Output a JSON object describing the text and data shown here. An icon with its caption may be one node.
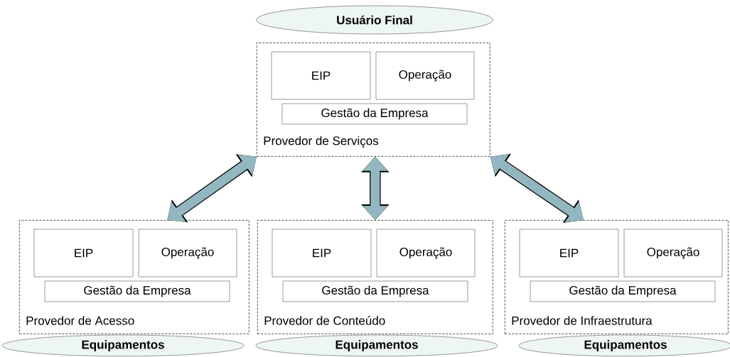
{
  "diagram": {
    "nodes": [
      {
        "text": [
          "Usuário Final"
        ]
      },
      {
        "text": [
          "Provedor de Serviços"
        ]
      },
      {
        "text": [
          "EIP"
        ],
        "in": 1
      },
      {
        "text": [
          "Operação"
        ],
        "in": 1
      },
      {
        "text": [
          "Gestão da Empresa"
        ],
        "in": 1
      },
      {
        "text": [
          "Provedor de Acesso"
        ]
      },
      {
        "text": [
          "EIP"
        ],
        "in": 5
      },
      {
        "text": [
          "Operação"
        ],
        "in": 5
      },
      {
        "text": [
          "Gestão da Empresa"
        ],
        "in": 5
      },
      {
        "text": [
          "Provedor de Conteúdo"
        ]
      },
      {
        "text": [
          "EIP"
        ],
        "in": 9
      },
      {
        "text": [
          "Operação"
        ],
        "in": 9
      },
      {
        "text": [
          "Gestão da Empresa"
        ],
        "in": 9
      },
      {
        "text": [
          "Provedor de Infraestrutura"
        ]
      },
      {
        "text": [
          "EIP"
        ],
        "in": 13
      },
      {
        "text": [
          "Operação"
        ],
        "in": 13
      },
      {
        "text": [
          "Gestão da Empresa"
        ],
        "in": 13
      },
      {
        "text": [
          "Equipamentos"
        ]
      },
      {
        "text": [
          "Equipamentos"
        ]
      },
      {
        "text": [
          "Equipamentos"
        ]
      }
    ],
    "edges": [
      {
        "from": 1,
        "to": 5,
        "arrow": "both"
      },
      {
        "from": 1,
        "to": 9,
        "arrow": "both"
      },
      {
        "from": 1,
        "to": 13,
        "arrow": "both"
      }
    ]
  }
}
